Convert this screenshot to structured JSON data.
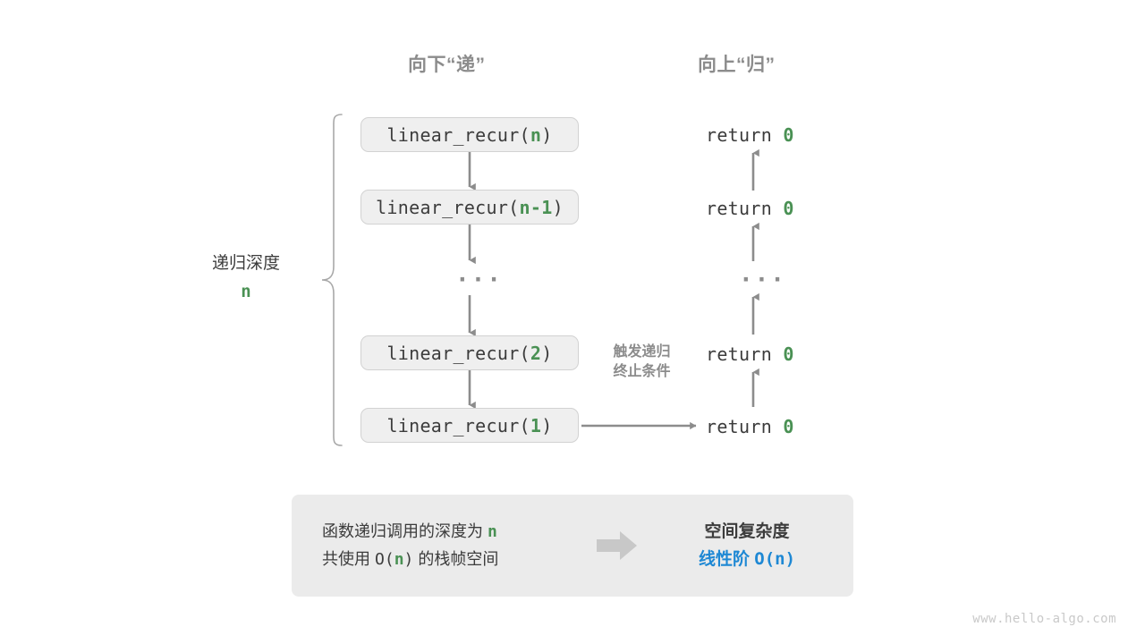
{
  "headers": {
    "down": "向下“递”",
    "up": "向上“归”"
  },
  "depth": {
    "label": "递归深度",
    "value": "n"
  },
  "calls": [
    {
      "prefix": "linear_recur(",
      "arg": "n",
      "suffix": ")"
    },
    {
      "prefix": "linear_recur(",
      "arg": "n-1",
      "suffix": ")"
    },
    {
      "prefix": "linear_recur(",
      "arg": "2",
      "suffix": ")"
    },
    {
      "prefix": "linear_recur(",
      "arg": "1",
      "suffix": ")"
    }
  ],
  "ellipsis": "···",
  "returns": [
    {
      "keyword": "return",
      "value": "0"
    },
    {
      "keyword": "return",
      "value": "0"
    },
    {
      "keyword": "return",
      "value": "0"
    },
    {
      "keyword": "return",
      "value": "0"
    }
  ],
  "trigger_note": {
    "line1": "触发递归",
    "line2": "终止条件"
  },
  "summary": {
    "left_line1_pre": "函数递归调用的深度为 ",
    "left_line1_hl": "n",
    "left_line2_pre": "共使用 ",
    "left_line2_mid_pre": "O(",
    "left_line2_hl": "n",
    "left_line2_mid_post": ")",
    "left_line2_post": " 的栈帧空间",
    "right_title": "空间复杂度",
    "right_value_text": "线性阶 ",
    "right_value_mono": "O(n)"
  },
  "watermark": "www.hello-algo.com",
  "colors": {
    "accent_green": "#4a9154",
    "accent_blue": "#1e88d4",
    "gray_text": "#8c8c8c",
    "dark_text": "#3c3c3c",
    "box_fill": "#efefef",
    "box_border": "#d2d2d2",
    "panel_fill": "#ebebeb",
    "arrow_gray": "#8c8c8c",
    "block_arrow": "#c8c8c8",
    "watermark": "#c9c9c9"
  }
}
